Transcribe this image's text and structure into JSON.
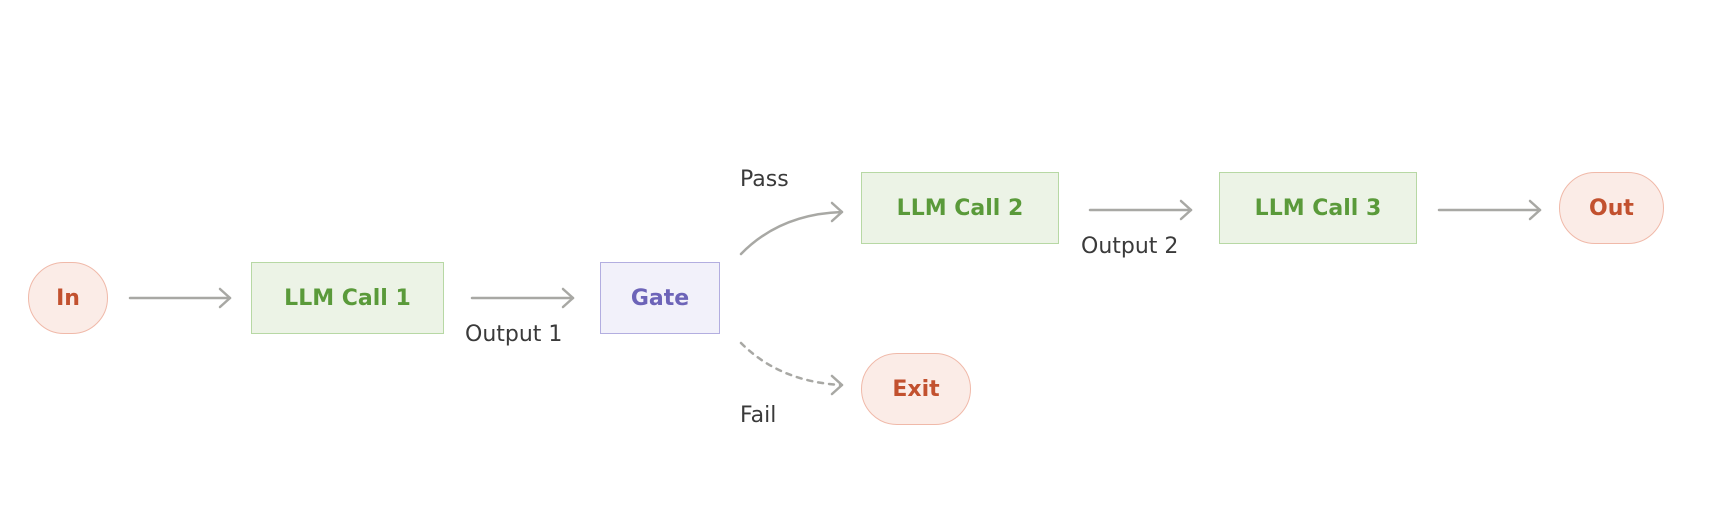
{
  "nodes": {
    "in": "In",
    "llm_call_1": "LLM Call 1",
    "gate": "Gate",
    "llm_call_2": "LLM Call 2",
    "llm_call_3": "LLM Call 3",
    "out": "Out",
    "exit": "Exit"
  },
  "edge_labels": {
    "output_1": "Output 1",
    "pass": "Pass",
    "fail": "Fail",
    "output_2": "Output 2"
  },
  "colors": {
    "arrow": "#a8a8a4",
    "terminal_fill": "#fbece7",
    "terminal_text": "#c2512f",
    "llm_fill": "#ecf3e6",
    "llm_text": "#5a9a3a",
    "gate_fill": "#f2f1fa",
    "gate_text": "#6d64b8"
  }
}
